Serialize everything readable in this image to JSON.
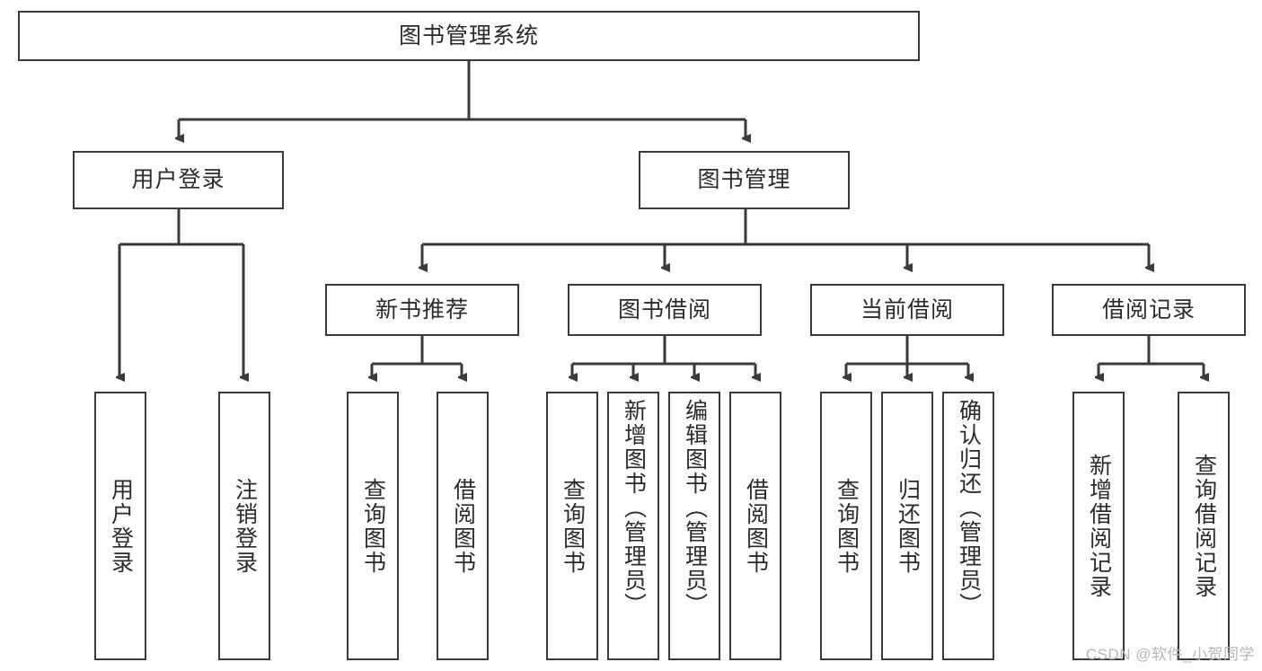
{
  "diagram": {
    "type": "tree-hierarchy",
    "title": "图书管理系统",
    "watermark": "CSDN @软件_小贺同学",
    "colors": {
      "border": "#3a3a3a",
      "text": "#2b2b2b",
      "background": "#ffffff",
      "watermark": "#b8b8b8"
    },
    "root": {
      "label": "图书管理系统"
    },
    "level1": [
      {
        "label": "用户登录"
      },
      {
        "label": "图书管理"
      }
    ],
    "level2": [
      {
        "label": "新书推荐"
      },
      {
        "label": "图书借阅"
      },
      {
        "label": "当前借阅"
      },
      {
        "label": "借阅记录"
      }
    ],
    "leaves": {
      "user_login": [
        {
          "label": "用户登录"
        },
        {
          "label": "注销登录"
        }
      ],
      "new_book_recommend": [
        {
          "label": "查询图书"
        },
        {
          "label": "借阅图书"
        }
      ],
      "book_borrow": [
        {
          "label": "查询图书"
        },
        {
          "label": "新增图书（管理员）"
        },
        {
          "label": "编辑图书（管理员）"
        },
        {
          "label": "借阅图书"
        }
      ],
      "current_borrow": [
        {
          "label": "查询图书"
        },
        {
          "label": "归还图书"
        },
        {
          "label": "确认归还（管理员）"
        }
      ],
      "borrow_record": [
        {
          "label": "新增借阅记录"
        },
        {
          "label": "查询借阅记录"
        }
      ]
    }
  }
}
